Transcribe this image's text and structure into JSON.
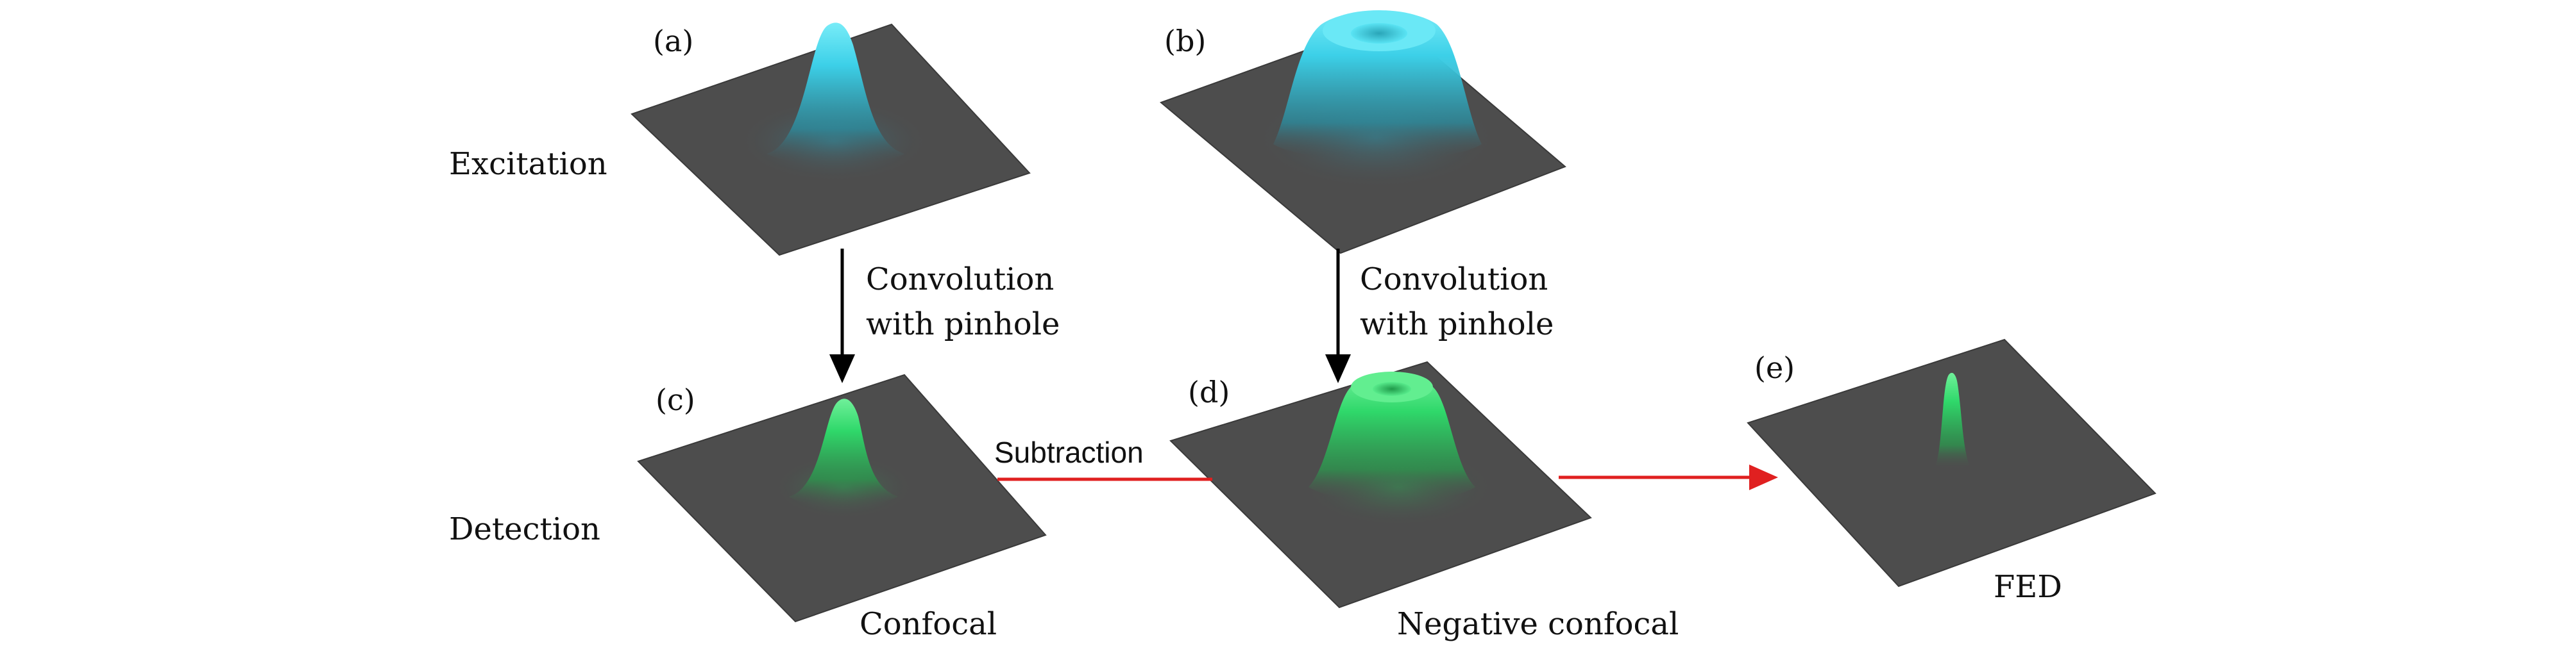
{
  "panels": [
    {
      "id": "a",
      "label": "(a)",
      "role": "excitation",
      "peak_shape": "gaussian",
      "peak_color": "#3cd0e8"
    },
    {
      "id": "b",
      "label": "(b)",
      "role": "excitation",
      "peak_shape": "donut",
      "peak_color": "#3cd0e8"
    },
    {
      "id": "c",
      "label": "(c)",
      "role": "detection",
      "peak_shape": "gaussian",
      "peak_color": "#2fd86a"
    },
    {
      "id": "d",
      "label": "(d)",
      "role": "detection",
      "peak_shape": "donut",
      "peak_color": "#2fd86a"
    },
    {
      "id": "e",
      "label": "(e)",
      "role": "result",
      "peak_shape": "narrow-spike",
      "peak_color": "#2fd86a"
    }
  ],
  "row_labels": {
    "excitation": "Excitation",
    "detection": "Detection"
  },
  "captions": {
    "c": "Confocal",
    "d": "Negative confocal",
    "e": "FED"
  },
  "arrows": {
    "a_to_c": {
      "line1": "Convolution",
      "line2": "with pinhole",
      "color": "#000000"
    },
    "b_to_d": {
      "line1": "Convolution",
      "line2": "with pinhole",
      "color": "#000000"
    },
    "c_to_d": {
      "text": "Subtraction",
      "color": "#e02020"
    },
    "d_to_e": {
      "text": "",
      "color": "#e02020"
    }
  },
  "colors": {
    "plane": "#4d4d4d",
    "plane_edge": "#3a3a3a",
    "excitation_peak": "#3cd0e8",
    "detection_peak": "#2fd86a",
    "arrow_black": "#000000",
    "arrow_red": "#e02020"
  }
}
